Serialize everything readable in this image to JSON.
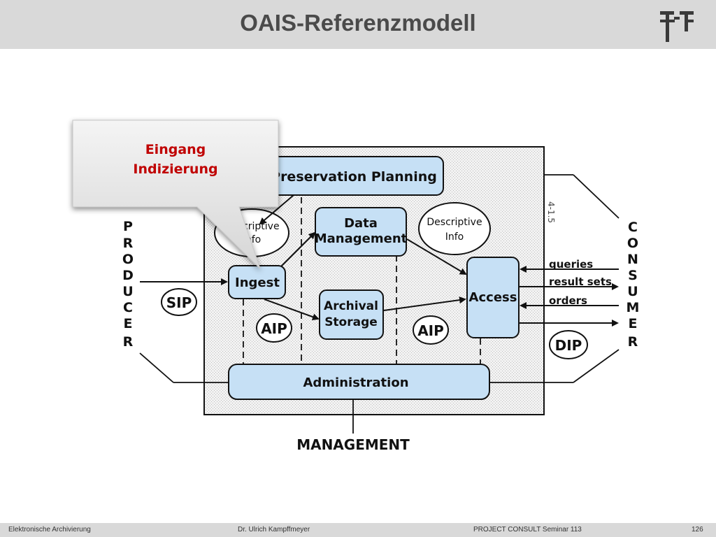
{
  "slide": {
    "title": "OAIS-Referenzmodell",
    "footer_left": "Elektronische Archivierung",
    "footer_center": "Dr. Ulrich Kampffmeyer",
    "footer_right": "PROJECT CONSULT Seminar 113",
    "page_number": "126"
  },
  "callout": {
    "line1": "Eingang",
    "line2": "Indizierung",
    "text_color": "#c00000"
  },
  "diagram": {
    "producer_letters": [
      "P",
      "R",
      "O",
      "D",
      "U",
      "C",
      "E",
      "R"
    ],
    "consumer_letters": [
      "C",
      "O",
      "N",
      "S",
      "U",
      "M",
      "E",
      "R"
    ],
    "preservation_planning": "Preservation Planning",
    "data_management": [
      "Data",
      "Management"
    ],
    "descriptive_info_left": [
      "Descriptive",
      "Info"
    ],
    "descriptive_info_right": [
      "Descriptive",
      "Info"
    ],
    "ingest": "Ingest",
    "archival_storage": [
      "Archival",
      "Storage"
    ],
    "access": "Access",
    "administration": "Administration",
    "management": "MANAGEMENT",
    "sip": "SIP",
    "aip_left": "AIP",
    "aip_right": "AIP",
    "dip": "DIP",
    "queries": "queries",
    "result_sets": "result sets",
    "orders": "orders",
    "margin_mark": "4-1.5",
    "box_fill": "#c6e0f5",
    "line_color": "#111111"
  }
}
